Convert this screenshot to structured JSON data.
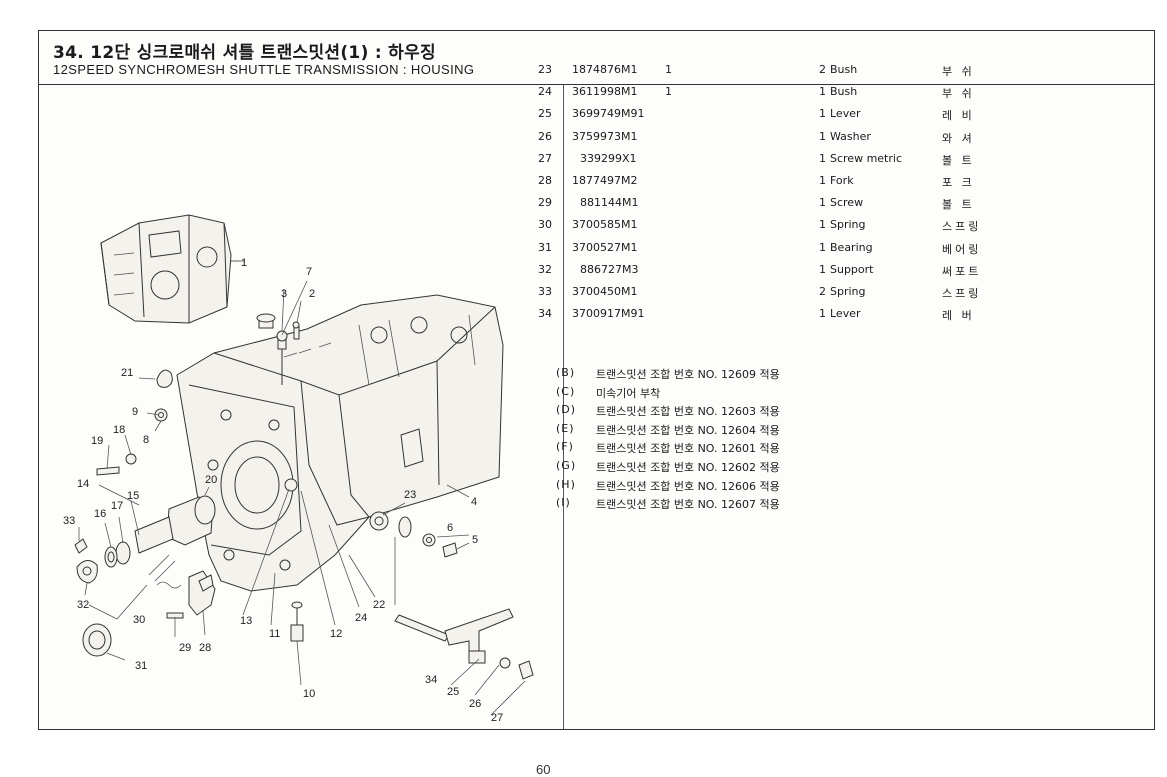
{
  "header": {
    "title_ko": "34. 12단 싱크로매쉬 셔틀 트랜스밋션(1) : 하우징",
    "title_en": "12SPEED SYNCHROMESH SHUTTLE TRANSMISSION : HOUSING"
  },
  "page_number": "60",
  "diagram": {
    "callouts": [
      "1",
      "2",
      "3",
      "4",
      "5",
      "6",
      "7",
      "8",
      "9",
      "10",
      "11",
      "12",
      "13",
      "14",
      "15",
      "16",
      "17",
      "18",
      "19",
      "20",
      "21",
      "22",
      "23",
      "24",
      "25",
      "26",
      "27",
      "28",
      "29",
      "30",
      "31",
      "32",
      "33",
      "34"
    ]
  },
  "parts": [
    {
      "no": "23",
      "part_no": "1874876M1",
      "ref": "1",
      "qty": "2",
      "name_en": "Bush",
      "name_ko": "부 쉬"
    },
    {
      "no": "24",
      "part_no": "3611998M1",
      "ref": "1",
      "qty": "1",
      "name_en": "Bush",
      "name_ko": "부 쉬"
    },
    {
      "no": "25",
      "part_no": "3699749M91",
      "ref": "",
      "qty": "1",
      "name_en": "Lever",
      "name_ko": "레 비"
    },
    {
      "no": "26",
      "part_no": "3759973M1",
      "ref": "",
      "qty": "1",
      "name_en": "Washer",
      "name_ko": "와 셔"
    },
    {
      "no": "27",
      "part_no": "339299X1",
      "ref": "",
      "qty": "1",
      "name_en": "Screw metric",
      "name_ko": "볼 트"
    },
    {
      "no": "28",
      "part_no": "1877497M2",
      "ref": "",
      "qty": "1",
      "name_en": "Fork",
      "name_ko": "포 크"
    },
    {
      "no": "29",
      "part_no": "881144M1",
      "ref": "",
      "qty": "1",
      "name_en": "Screw",
      "name_ko": "볼 트"
    },
    {
      "no": "30",
      "part_no": "3700585M1",
      "ref": "",
      "qty": "1",
      "name_en": "Spring",
      "name_ko": "스프링"
    },
    {
      "no": "31",
      "part_no": "3700527M1",
      "ref": "",
      "qty": "1",
      "name_en": "Bearing",
      "name_ko": "베어링"
    },
    {
      "no": "32",
      "part_no": "886727M3",
      "ref": "",
      "qty": "1",
      "name_en": "Support",
      "name_ko": "써포트"
    },
    {
      "no": "33",
      "part_no": "3700450M1",
      "ref": "",
      "qty": "2",
      "name_en": "Spring",
      "name_ko": "스프링"
    },
    {
      "no": "34",
      "part_no": "3700917M91",
      "ref": "",
      "qty": "1",
      "name_en": "Lever",
      "name_ko": "레 버"
    }
  ],
  "notes": [
    {
      "key": "(B)",
      "text": "트랜스밋션 조합 번호 NO. 12609 적용"
    },
    {
      "key": "(C)",
      "text": "미속기어 부착"
    },
    {
      "key": "(D)",
      "text": "트랜스밋션 조합 번호 NO. 12603 적용"
    },
    {
      "key": "(E)",
      "text": "트랜스밋션 조합 번호 NO. 12604 적용"
    },
    {
      "key": "(F)",
      "text": "트랜스밋션 조합 번호 NO. 12601 적용"
    },
    {
      "key": "(G)",
      "text": "트랜스밋션 조합 번호 NO. 12602 적용"
    },
    {
      "key": "(H)",
      "text": "트랜스밋션 조합 번호 NO. 12606 적용"
    },
    {
      "key": "(I)",
      "text": "트랜스밋션 조합 번호 NO. 12607 적용"
    }
  ]
}
